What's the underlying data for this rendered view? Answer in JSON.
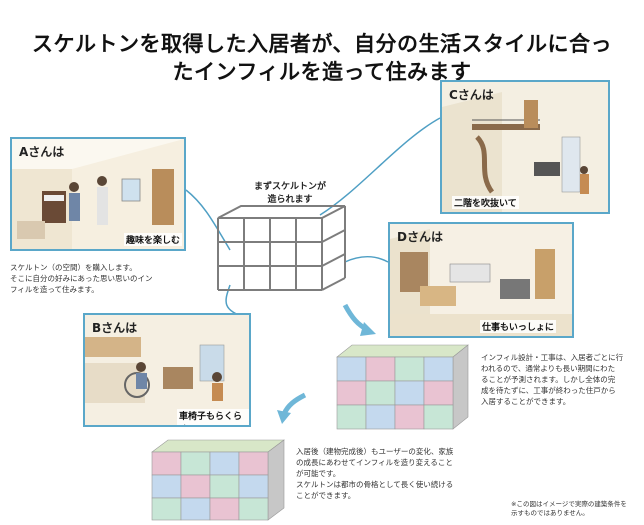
{
  "title": {
    "line1": "スケルトンを取得した入居者が、自分の生活スタイルに合っ",
    "line2": "たインフィルを造って住みます"
  },
  "center": {
    "label_line1": "まずスケルトンが",
    "label_line2": "造られます"
  },
  "panels": {
    "a": {
      "label": "Aさんは",
      "caption": "趣味を楽しむ"
    },
    "b": {
      "label": "Bさんは",
      "caption": "車椅子もらくらく"
    },
    "c": {
      "label": "Cさんは",
      "caption": "二階を吹抜いて"
    },
    "d": {
      "label": "Dさんは",
      "caption": "仕事もいっしょに"
    }
  },
  "notes": {
    "skeleton": [
      "スケルトン（の空間）を購入します。",
      "そこに自分の好みにあった思い思いのイン",
      "フィルを造って住みます。"
    ],
    "infill": [
      "インフィル設計・工事は、入居者ごとに行",
      "われるので、通常よりも長い期間にわた",
      "ることが予測されます。しかし全体の完",
      "成を待たずに、工事が終わった住戸から",
      "入居することができます。"
    ],
    "after": [
      "入居後（建物完成後）もユーザーの変化、家族",
      "の成長にあわせてインフィルを造り変えること",
      "が可能です。",
      "スケルトンは都市の骨格として長く使い続ける",
      "ことができます。"
    ],
    "disclaimer": [
      "※この図はイメージで実際の建築条件を",
      "示すものではありません。"
    ]
  },
  "colors": {
    "frame_border": "#5aa7c9",
    "connector": "#4f9fc4",
    "arrow": "#6fb7d8",
    "skeleton_frame": "#7d7d7d",
    "cube_pink": "#e9c3d2",
    "cube_blue": "#c4d9ee",
    "cube_green": "#c7e6d6",
    "cube_top": "#d8e7c8"
  }
}
